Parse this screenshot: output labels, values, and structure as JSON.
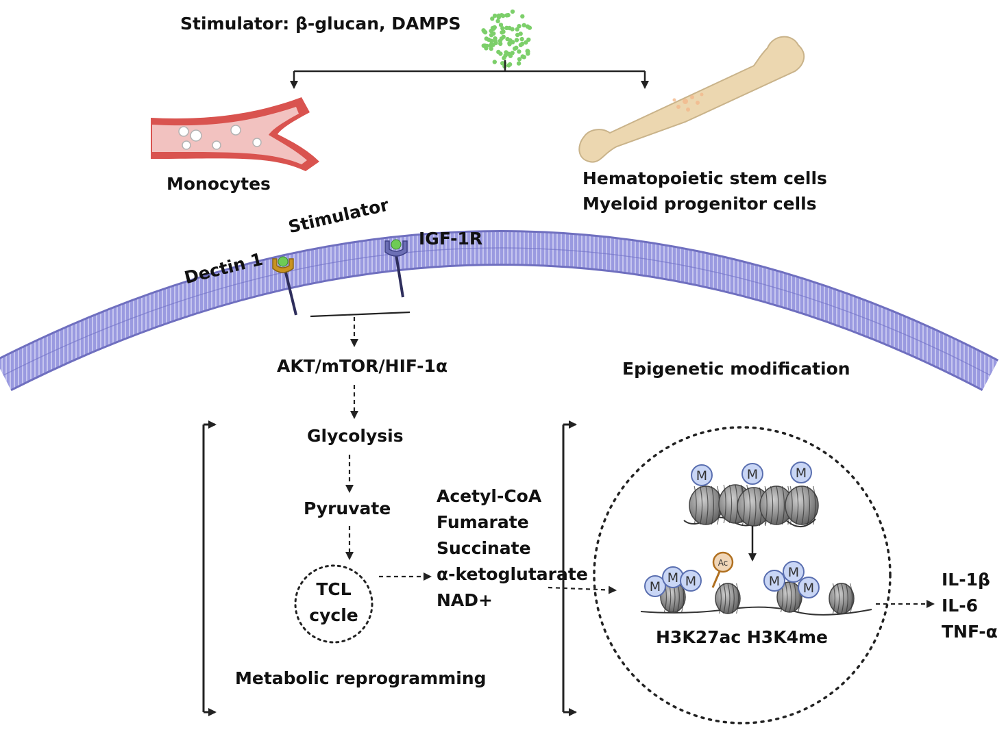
{
  "stimulator_top": "Stimulator: β-glucan, DAMPS",
  "monocytes": "Monocytes",
  "hsc": [
    "Hematopoietic stem cells",
    "Myeloid progenitor cells"
  ],
  "receptors": {
    "stimulator": "Stimulator",
    "dectin": "Dectin 1",
    "igf": "IGF-1R"
  },
  "pathway": "AKT/mTOR/HIF-1α",
  "epigenetic_title": "Epigenetic modification",
  "glycolysis": "Glycolysis",
  "pyruvate": "Pyruvate",
  "tcl": [
    "TCL",
    "cycle"
  ],
  "metabolites": [
    "Acetyl-CoA",
    "Fumarate",
    "Succinate",
    "α-ketoglutarate",
    "NAD+"
  ],
  "metabolic_reprogramming": "Metabolic reprogramming",
  "histone_marks": "H3K27ac H3K4me",
  "methyl_mark": "M",
  "acetyl_mark": "Ac",
  "cytokines": [
    "IL-1β",
    "IL-6",
    "TNF-α"
  ],
  "colors": {
    "membrane": "#8f8fd4",
    "membrane_dark": "#6f6fbf",
    "vessel": "#d9534f",
    "bone": "#ecd7b0",
    "stimulator_dots": "#7ccf6a",
    "nucleosome": "#8a8a8a",
    "methyl_circle": "#c9d6f5"
  }
}
